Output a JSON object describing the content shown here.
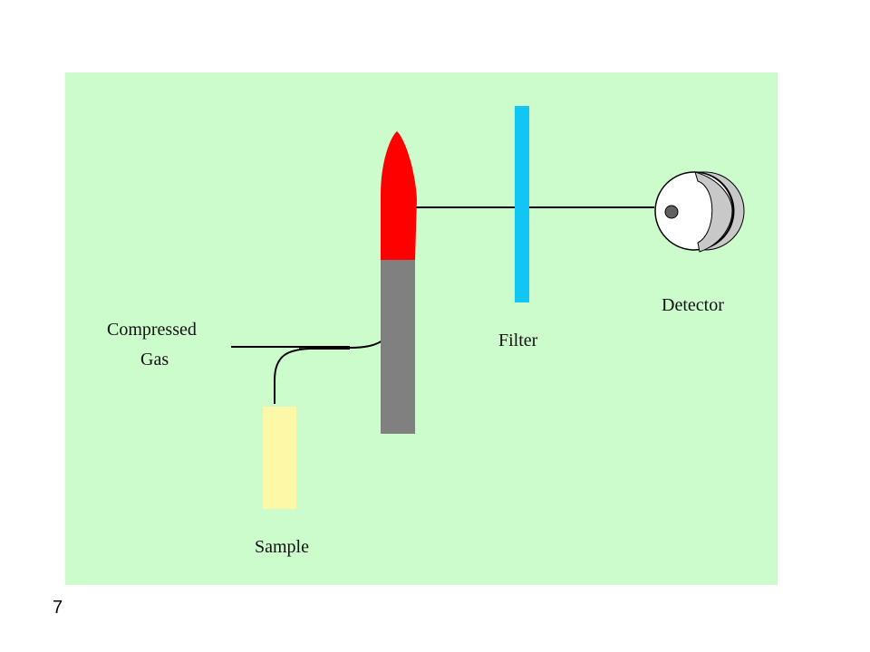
{
  "diagram": {
    "labels": {
      "compressed_gas_line1": "Compressed",
      "compressed_gas_line2": "Gas",
      "sample": "Sample",
      "filter": "Filter",
      "detector": "Detector"
    },
    "colors": {
      "panel_background": "#ccfccc",
      "flame": "#ff0000",
      "burner": "#808080",
      "filter": "#11c6f4",
      "sample_vial": "#fcf8a8",
      "detector_shell": "#c8c8c8",
      "detector_core": "#606060",
      "line": "#000000"
    },
    "icons": {
      "flame": "flame-icon",
      "burner": "burner-icon",
      "filter": "filter-icon",
      "detector": "detector-icon",
      "sample_vial": "sample-vial-icon"
    }
  },
  "slide": {
    "number": "7"
  }
}
